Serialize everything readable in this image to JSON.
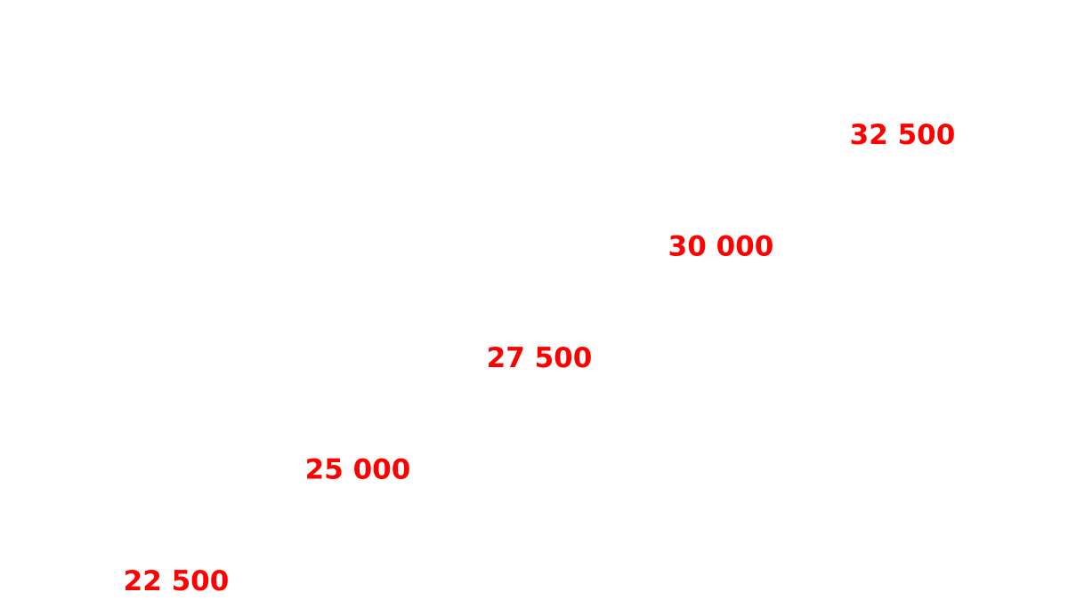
{
  "chart_data": {
    "type": "line",
    "x": [
      1,
      2,
      3,
      4,
      5
    ],
    "values": [
      22500,
      25000,
      27500,
      30000,
      32500
    ],
    "data_labels": [
      "22 500",
      "25 000",
      "27 500",
      "30 000",
      "32 500"
    ],
    "ylim": [
      20000,
      35000
    ],
    "grid": false,
    "axes_visible": false,
    "line_visible": false,
    "label_color": "#ff0000"
  }
}
